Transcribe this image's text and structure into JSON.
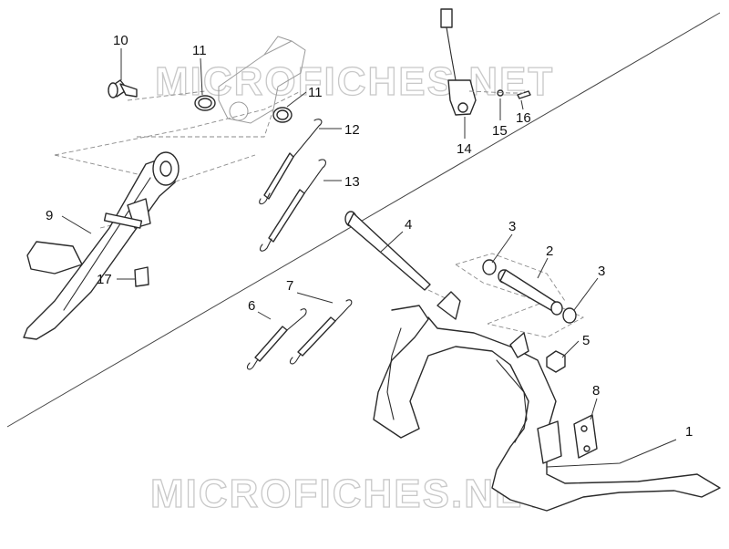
{
  "watermark": {
    "text": "MICROFICHES.NET"
  },
  "callouts": [
    {
      "id": "c10",
      "label": "10"
    },
    {
      "id": "c11a",
      "label": "11"
    },
    {
      "id": "c11b",
      "label": "11"
    },
    {
      "id": "c12",
      "label": "12"
    },
    {
      "id": "c13",
      "label": "13"
    },
    {
      "id": "c14",
      "label": "14"
    },
    {
      "id": "c15",
      "label": "15"
    },
    {
      "id": "c16",
      "label": "16"
    },
    {
      "id": "c9",
      "label": "9"
    },
    {
      "id": "c17",
      "label": "17"
    },
    {
      "id": "c4",
      "label": "4"
    },
    {
      "id": "c3a",
      "label": "3"
    },
    {
      "id": "c2",
      "label": "2"
    },
    {
      "id": "c3b",
      "label": "3"
    },
    {
      "id": "c5",
      "label": "5"
    },
    {
      "id": "c6",
      "label": "6"
    },
    {
      "id": "c7",
      "label": "7"
    },
    {
      "id": "c8",
      "label": "8"
    },
    {
      "id": "c1",
      "label": "1"
    }
  ]
}
